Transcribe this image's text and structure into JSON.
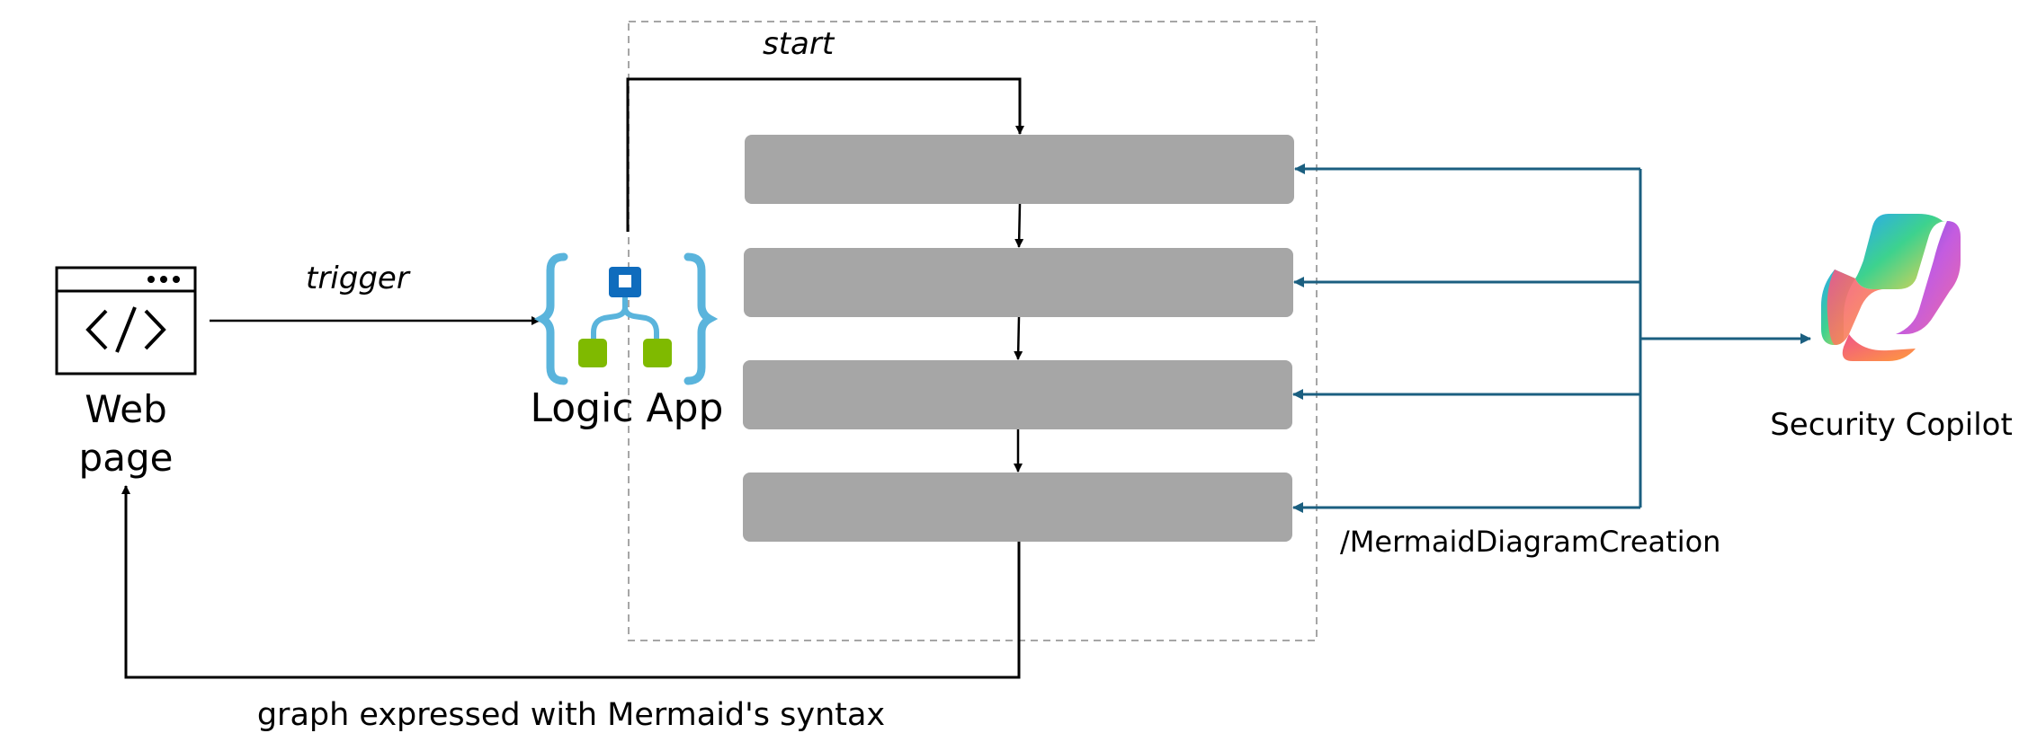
{
  "nodes": {
    "web_page": {
      "line1": "Web",
      "line2": "page"
    },
    "logic_app": {
      "label": "Logic App"
    },
    "security_copilot": {
      "label": "Security Copilot"
    }
  },
  "edges": {
    "trigger": "trigger",
    "start": "start",
    "skill": "/MermaidDiagramCreation",
    "result": "graph expressed with Mermaid's syntax"
  },
  "steps_count_note": "",
  "colors": {
    "step_fill": "#a6a6a6",
    "copilot_link": "#1b5f80",
    "logic_app_bracket": "#5ab4dc",
    "logic_app_node_blue": "#0f6cbd",
    "logic_app_node_green": "#7fba00",
    "container_border": "#a6a6a6"
  }
}
